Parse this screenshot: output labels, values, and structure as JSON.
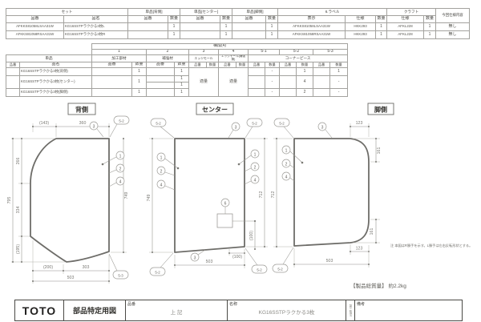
{
  "table1": {
    "groups": {
      "set": "セット",
      "back": "単品[背側]",
      "center": "単品[センター]",
      "foot": "単品[脚側]",
      "label": "6.ラベル",
      "kraft": "クラフト",
      "spec": "今回仕様内容"
    },
    "heads": {
      "hinban": "品番",
      "hinmei": "品名",
      "qty": "数量",
      "disp": "表示",
      "spec": "仕様"
    },
    "rows": [
      {
        "set_no": "AFKKS81058LSAA31W",
        "set_name": "KG16SSTPラクかる3枚L",
        "back_no": "",
        "back_qty": "1",
        "center_no": "",
        "center_qty": "1",
        "foot_no": "",
        "foot_qty": "1",
        "label_disp": "AFKKS81058LSAA31W",
        "label_spec": "HKK293",
        "label_qty": "1",
        "kraft_spec": "AFKL228",
        "kraft_qty": "1",
        "spec_note": "無し"
      },
      {
        "set_no": "AFKKS81058RSAA31W",
        "set_name": "KG16SSTPラクかる3枚R",
        "back_no": "",
        "back_qty": "1",
        "center_no": "",
        "center_qty": "1",
        "foot_no": "",
        "foot_qty": "1",
        "label_disp": "AFKKS81058RSAA31W",
        "label_spec": "HKK293",
        "label_qty": "1",
        "kraft_spec": "AFKL228",
        "kraft_qty": "1",
        "spec_note": "無し"
      }
    ]
  },
  "table2": {
    "title": "構成(4)",
    "nums": [
      "1",
      "2",
      "3",
      "4",
      "5-1",
      "5-2",
      "5-3"
    ],
    "groups": {
      "tanpin": "単品",
      "kako": "加工部材",
      "hokyo": "補強材",
      "edge": "エッジモール",
      "edge2": "エッジモール(補強側)",
      "corner": "コーナーピース"
    },
    "heads": {
      "hinban": "品番",
      "hinmei": "品名",
      "qty": "数量"
    },
    "teki": "適量",
    "rows": {
      "back": {
        "name": "KG16SSTPラクかる3枚(背側)",
        "kako_qty": "1",
        "hokyo_qty": "1",
        "c51": "-",
        "c52": "1",
        "c53": "1"
      },
      "center": {
        "name": "KG16SSTPラクかる3枚(センター)",
        "kako_qty": "1",
        "hokyo_qty1": "1",
        "hokyo_qty2": "1",
        "c51": "-",
        "c52": "4",
        "c53": "-"
      },
      "foot": {
        "name": "KG16SSTPラクかる3枚(脚側)",
        "kako_qty": "1",
        "hokyo_qty": "1",
        "c51": "-",
        "c52": "2",
        "c53": "-"
      }
    }
  },
  "drawing": {
    "back": {
      "label": "背側",
      "d_chamfer": "(143)",
      "d_top": "360",
      "d_266": "266",
      "d_334": "334",
      "d_195": "(195)",
      "d_795": "795",
      "d_749": "749",
      "d_200": "(200)",
      "d_303": "303",
      "d_503": "503",
      "b3": "3",
      "b52": "5-2",
      "b1": "1",
      "b2": "2",
      "b4": "4",
      "b53": "5-3"
    },
    "center": {
      "label": "センター",
      "d_749": "749",
      "d_712": "712",
      "d_503": "503",
      "d_100v": "(100)",
      "d_100h": "(100)",
      "b3": "3",
      "b52": "5-2",
      "b1": "1",
      "b2": "2",
      "b4": "4",
      "b6": "6"
    },
    "foot": {
      "label": "脚側",
      "d_123t": "123",
      "d_161t": "161",
      "d_161b": "161",
      "d_123b": "123",
      "d_503": "503",
      "d_712": "712",
      "b3": "3",
      "b52": "5-2",
      "b1": "1",
      "b2": "2",
      "b4": "4"
    },
    "note": "注 本図はR勝手を示す。L勝手は左右反転形状とする。",
    "weight": "【製品総質量】 約2.2kg"
  },
  "titleblock": {
    "logo": "TOTO",
    "doc": "部品特定用図",
    "no_label": "品番",
    "no_value": "上 記",
    "name_label": "名称",
    "name_value": "KG16SSTPラクかる3枚",
    "projection": "第三角法",
    "remarks": "備考"
  }
}
